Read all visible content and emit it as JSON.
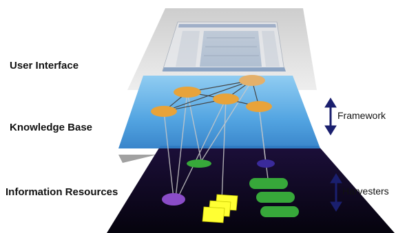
{
  "labels": {
    "user_interface": "User Interface",
    "knowledge_base": "Knowledge Base",
    "information_resources": "Information Resources",
    "framework": "Framework",
    "harvesters": "Harvesters"
  },
  "colors": {
    "ui_plane": "#d9d9d9",
    "kb_plane": "#4aa0e0",
    "ir_plane": "#120a24",
    "kb_node": "#e8a33a",
    "resource_green": "#37a83a",
    "resource_purple": "#8a4cc8",
    "resource_yellow": "#ffff33",
    "arrow": "#1a1f6e"
  }
}
